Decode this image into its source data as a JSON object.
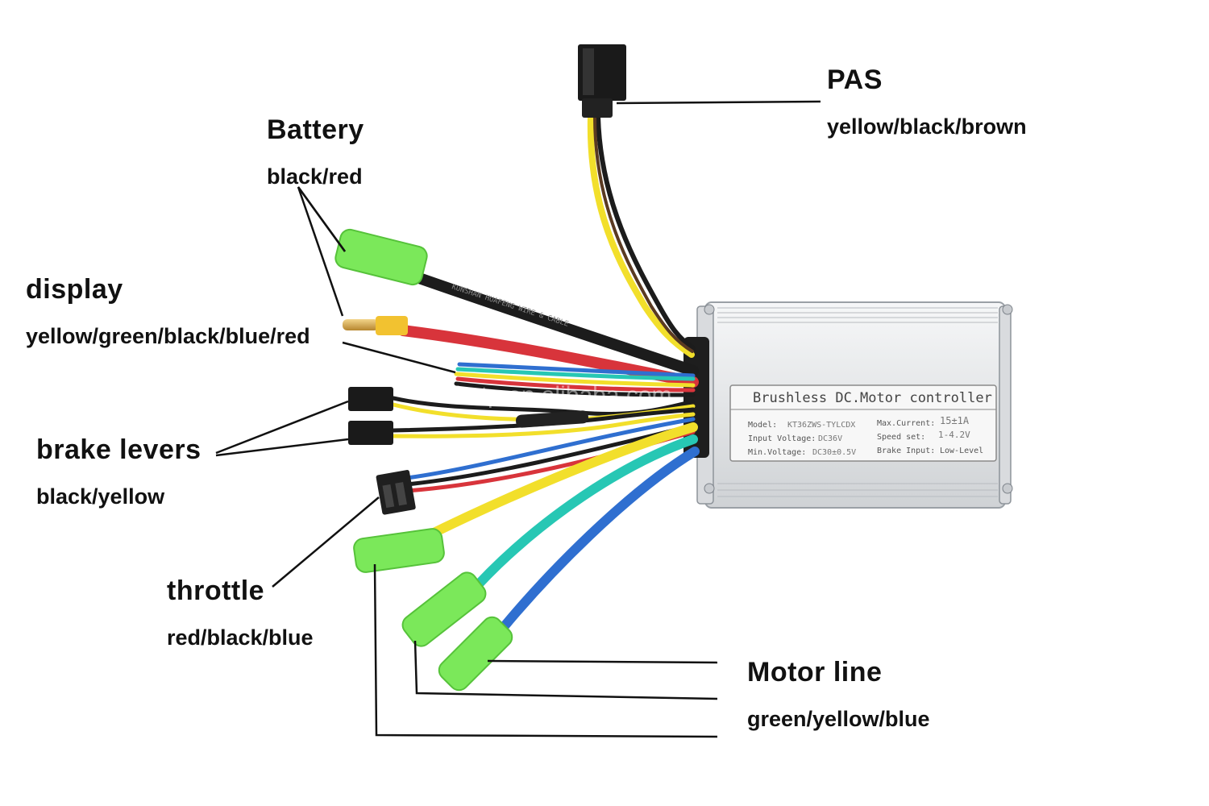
{
  "labels": {
    "pas": {
      "title": "PAS",
      "colors": "yellow/black/brown"
    },
    "battery": {
      "title": "Battery",
      "colors": "black/red"
    },
    "display": {
      "title": "display",
      "colors": "yellow/green/black/blue/red"
    },
    "brake": {
      "title": "brake levers",
      "colors": "black/yellow"
    },
    "throttle": {
      "title": "throttle",
      "colors": "red/black/blue"
    },
    "motor": {
      "title": "Motor line",
      "colors": "green/yellow/blue"
    }
  },
  "controller": {
    "name": "Brushless DC.Motor controller",
    "model_label": "Model:",
    "model_value": "KT36ZWS-TYLCDX",
    "input_voltage_label": "Input Voltage:",
    "input_voltage_value": "DC36V",
    "min_voltage_label": "Min.Voltage:",
    "min_voltage_value": "DC30±0.5V",
    "max_current_label": "Max.Current:",
    "max_current_value": "15±1A",
    "speed_set_label": "Speed set:",
    "speed_set_value": "1-4.2V",
    "brake_input_label": "Brake Input:",
    "brake_input_value": "Low-Level"
  },
  "cable_print": "KUNSHAN HUAFENG WIRE & CABLE",
  "watermark": "hztp.en.alibaba.com",
  "colors": {
    "connector_green": "#7be85a",
    "wire_yellow": "#f2df2b",
    "wire_teal": "#27c7b4",
    "wire_blue": "#2f6fd0",
    "wire_red": "#d8343b",
    "wire_black": "#1c1c1c",
    "wire_brown": "#5a3a22",
    "housing": "#e9eaec"
  }
}
